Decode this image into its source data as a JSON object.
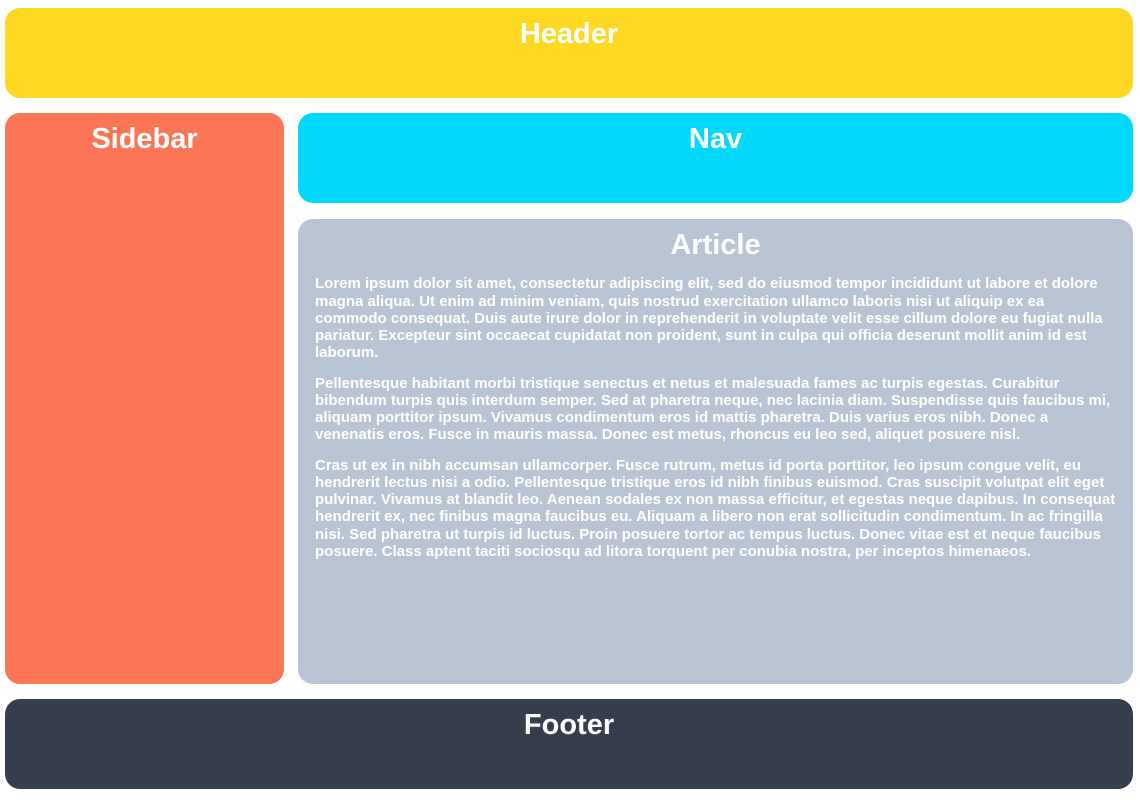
{
  "page": {
    "background_color": "#ffffff",
    "text_color": "#ffffff"
  },
  "header": {
    "title": "Header",
    "color": "#FDD924"
  },
  "sidebar": {
    "title": "Sidebar",
    "color": "#FC7557"
  },
  "nav": {
    "title": "Nav",
    "color": "#00D9FB"
  },
  "article": {
    "title": "Article",
    "color": "#B9C5D4",
    "paragraphs": [
      "Lorem ipsum dolor sit amet, consectetur adipiscing elit, sed do eiusmod tempor incididunt ut labore et dolore magna aliqua. Ut enim ad minim veniam, quis nostrud exercitation ullamco laboris nisi ut aliquip ex ea commodo consequat. Duis aute irure dolor in reprehenderit in voluptate velit esse cillum dolore eu fugiat nulla pariatur. Excepteur sint occaecat cupidatat non proident, sunt in culpa qui officia deserunt mollit anim id est laborum.",
      "Pellentesque habitant morbi tristique senectus et netus et malesuada fames ac turpis egestas. Curabitur bibendum turpis quis interdum semper. Sed at pharetra neque, nec lacinia diam. Suspendisse quis faucibus mi, aliquam porttitor ipsum. Vivamus condimentum eros id mattis pharetra. Duis varius eros nibh. Donec a venenatis eros. Fusce in mauris massa. Donec est metus, rhoncus eu leo sed, aliquet posuere nisl.",
      "Cras ut ex in nibh accumsan ullamcorper. Fusce rutrum, metus id porta porttitor, leo ipsum congue velit, eu hendrerit lectus nisi a odio. Pellentesque tristique eros id nibh finibus euismod. Cras suscipit volutpat elit eget pulvinar. Vivamus at blandit leo. Aenean sodales ex non massa efficitur, et egestas neque dapibus. In consequat hendrerit ex, nec finibus magna faucibus eu. Aliquam a libero non erat sollicitudin condimentum. In ac fringilla nisi. Sed pharetra ut turpis id luctus. Proin posuere tortor ac tempus luctus. Donec vitae est et neque faucibus posuere. Class aptent taciti sociosqu ad litora torquent per conubia nostra, per inceptos himenaeos."
    ]
  },
  "footer": {
    "title": "Footer",
    "color": "#363E4E"
  }
}
